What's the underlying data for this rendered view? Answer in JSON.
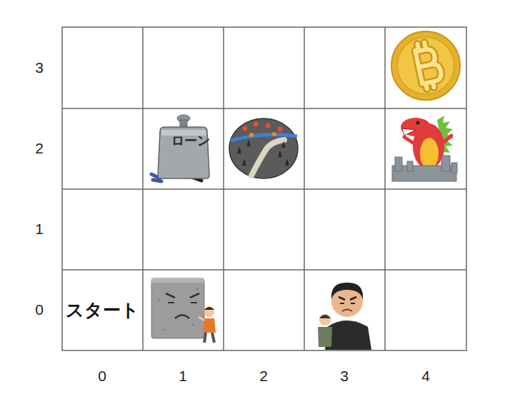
{
  "diagram": {
    "nodes": [
      {
        "text": [
          "スタート"
        ]
      },
      {
        "text": [
          "ローン"
        ]
      }
    ],
    "labels": [
      "3",
      "2",
      "1",
      "0",
      "0",
      "1",
      "2",
      "3",
      "4"
    ]
  }
}
